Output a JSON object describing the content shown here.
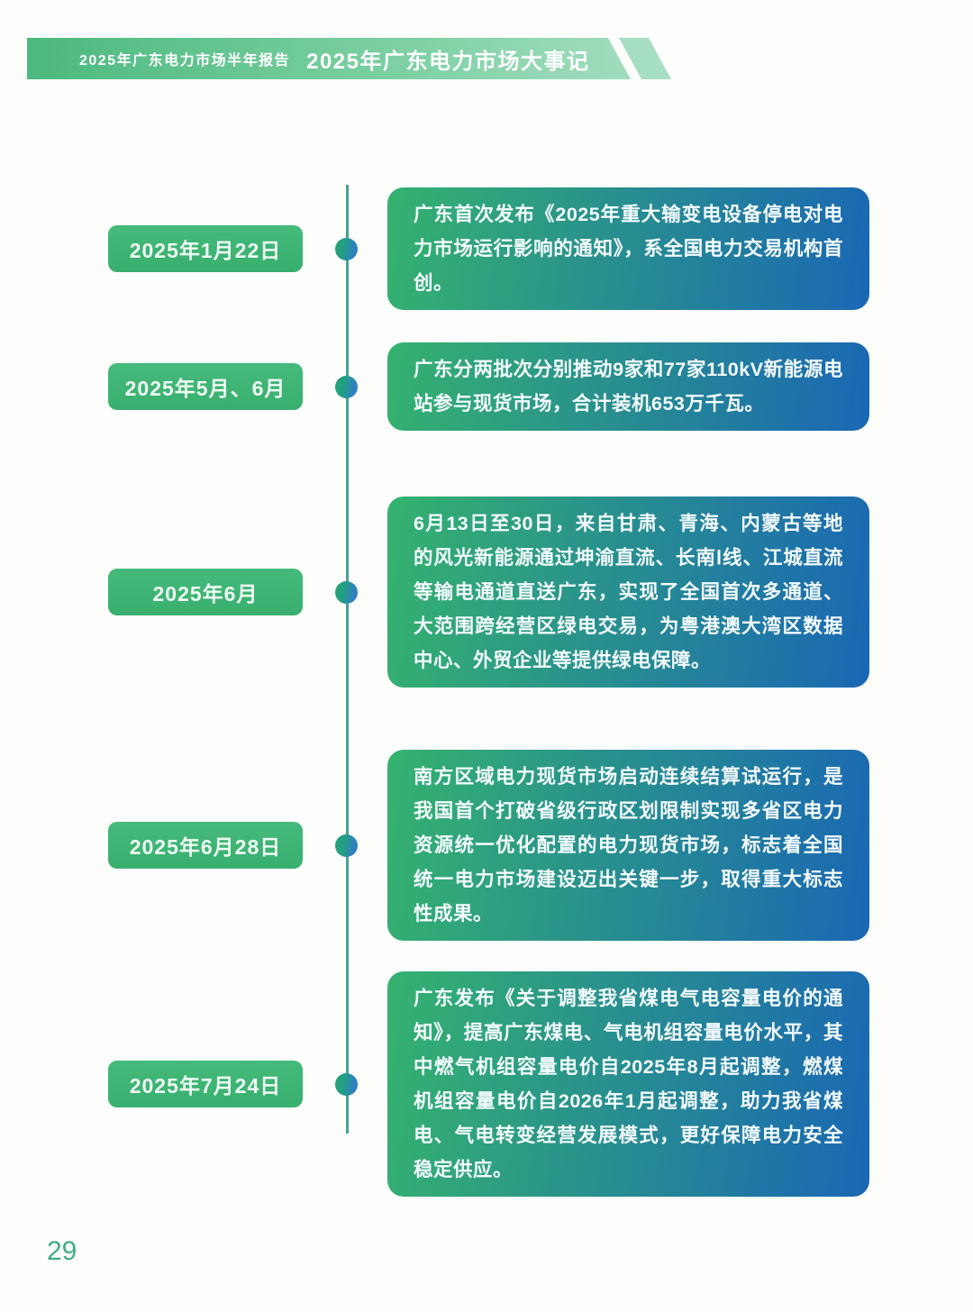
{
  "header": {
    "report_title": "2025年广东电力市场半年报告",
    "page_title": "2025年广东电力市场大事记"
  },
  "timeline": {
    "rows": [
      {
        "date": "2025年1月22日",
        "text": "广东首次发布《2025年重大输变电设备停电对电力市场运行影响的通知》，系全国电力交易机构首创。"
      },
      {
        "date": "2025年5月、6月",
        "text": "广东分两批次分别推动9家和77家110kV新能源电站参与现货市场，合计装机653万千瓦。"
      },
      {
        "date": "2025年6月",
        "text": "6月13日至30日，来自甘肃、青海、内蒙古等地的风光新能源通过坤渝直流、长南Ⅰ线、江城直流等输电通道直送广东，实现了全国首次多通道、大范围跨经营区绿电交易，为粤港澳大湾区数据中心、外贸企业等提供绿电保障。"
      },
      {
        "date": "2025年6月28日",
        "text": "南方区域电力现货市场启动连续结算试运行，是我国首个打破省级行政区划限制实现多省区电力资源统一优化配置的电力现货市场，标志着全国统一电力市场建设迈出关键一步，取得重大标志性成果。"
      },
      {
        "date": "2025年7月24日",
        "text": "广东发布《关于调整我省煤电气电容量电价的通知》，提高广东煤电、气电机组容量电价水平，其中燃气机组容量电价自2025年8月起调整，燃煤机组容量电价自2026年1月起调整，助力我省煤电、气电转变经营发展模式，更好保障电力安全稳定供应。"
      }
    ]
  },
  "footer": {
    "page_number": "29"
  },
  "colors": {
    "page_bg": "#fdfdfc",
    "header_green_start": "#4cb97e",
    "header_green_end": "#a8dfc3",
    "date_button_green": "#39af6e",
    "card_green": "#35b26e",
    "card_blue": "#1a67b4",
    "line_teal": "#4aa091",
    "dot_green": "#23a07e",
    "dot_blue": "#2f80c2",
    "page_number_green": "#3fae80",
    "text_white": "#ffffff"
  }
}
